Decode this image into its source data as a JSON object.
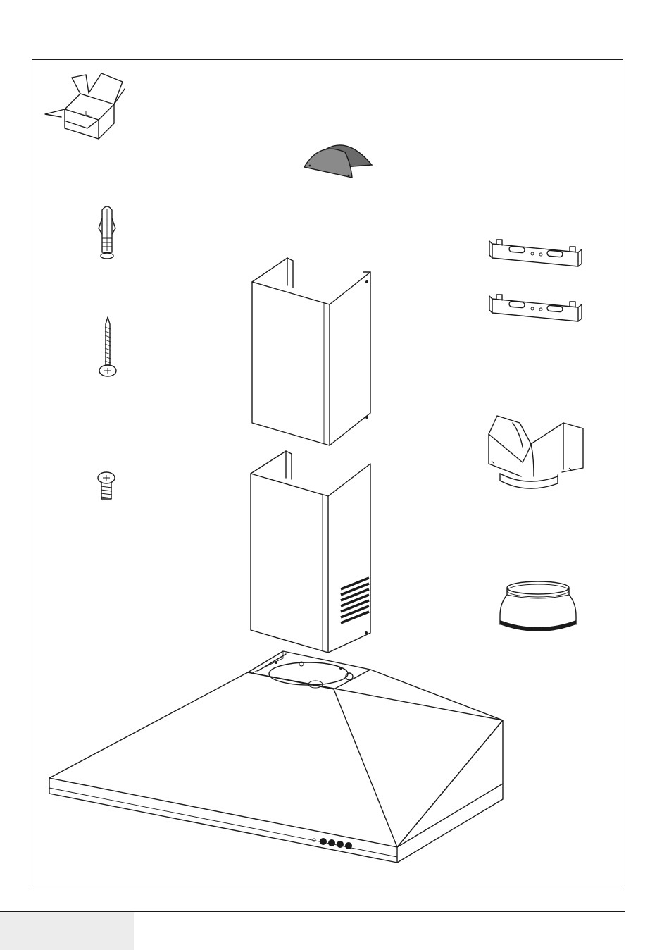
{
  "page": {
    "title": "",
    "footer_tab_label": ""
  },
  "parts": [
    {
      "id": "packaging-box",
      "icon": "box-icon"
    },
    {
      "id": "chimney-end-caps",
      "icon": "end-cap-icon"
    },
    {
      "id": "wall-plug",
      "icon": "wall-plug-icon"
    },
    {
      "id": "wall-brackets",
      "icon": "bracket-icon",
      "quantity_shown": 2
    },
    {
      "id": "upper-chimney",
      "icon": "chimney-upper-icon"
    },
    {
      "id": "wood-screw",
      "icon": "screw-icon"
    },
    {
      "id": "fixing-screw",
      "icon": "short-screw-icon"
    },
    {
      "id": "y-duct-adapter",
      "icon": "y-adapter-icon"
    },
    {
      "id": "lower-chimney",
      "icon": "chimney-lower-icon"
    },
    {
      "id": "reducer-ring",
      "icon": "reducer-icon"
    },
    {
      "id": "hood-body",
      "icon": "hood-icon",
      "control_knobs": 4
    }
  ],
  "colors": {
    "line": "#1a1a1a",
    "end_cap_fill": "#8a8a8a",
    "end_cap_fill_dark": "#6a6a6a",
    "footer_tab": "#ececec"
  }
}
